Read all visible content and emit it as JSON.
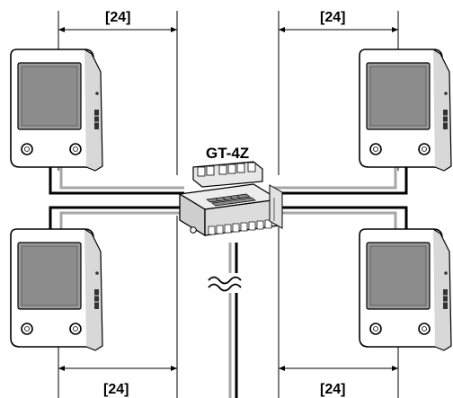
{
  "device_label": "GT-4Z",
  "dimensions": {
    "top_left": "[24]",
    "top_right": "[24]",
    "bottom_left": "[24]",
    "bottom_right": "[24]"
  },
  "colors": {
    "ink": "#000000",
    "wire_gray": "#a6a6a6",
    "device_light": "#e8e8e8",
    "device_mid": "#cfcfcf",
    "device_dark": "#8a8a8a"
  }
}
